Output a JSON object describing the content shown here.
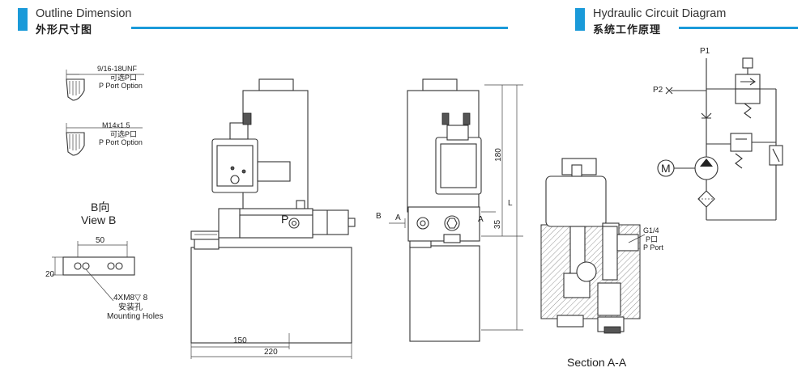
{
  "headers": {
    "left": {
      "title_en": "Outline Dimension",
      "title_cn": "外形尺寸图"
    },
    "right": {
      "title_en": "Hydraulic Circuit Diagram",
      "title_cn": "系统工作原理"
    }
  },
  "port_options": {
    "opt1": {
      "thread": "9/16-18UNF",
      "cn": "可选P口",
      "en": "P Port Option"
    },
    "opt2": {
      "thread": "M14x1.5",
      "cn": "可选P口",
      "en": "P Port Option"
    }
  },
  "view_b": {
    "cn": "B向",
    "en": "View B",
    "dim_width": "50",
    "dim_height": "20",
    "holes": "4XM8▽ 8",
    "holes_cn": "安装孔",
    "holes_en": "Mounting Holes"
  },
  "front_view": {
    "port_label": "P",
    "dim_150": "150",
    "dim_220": "220"
  },
  "side_view": {
    "b_label": "B",
    "a_left": "A",
    "a_right": "A",
    "dim_180": "180",
    "dim_35": "35",
    "dim_L": "L"
  },
  "section": {
    "port_thread": "G1/4",
    "port_cn": "P口",
    "port_en": "P Port",
    "title": "Section A-A"
  },
  "circuit": {
    "p1": "P1",
    "p2": "P2",
    "motor": "M"
  }
}
